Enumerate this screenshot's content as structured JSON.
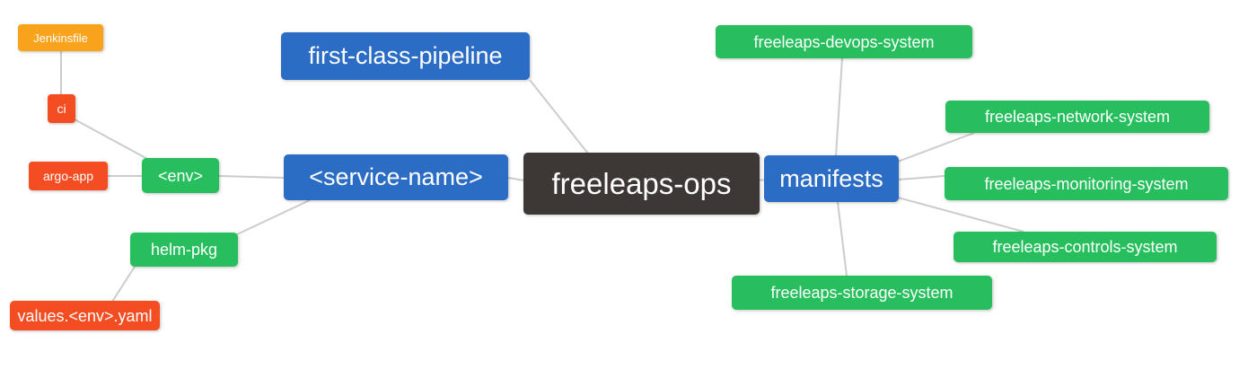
{
  "diagram": {
    "type": "mindmap",
    "root": "freeleaps_ops"
  },
  "nodes": {
    "jenkinsfile": {
      "label": "Jenkinsfile",
      "color": "#f9a21b"
    },
    "ci": {
      "label": "ci",
      "color": "#f44d22"
    },
    "argo_app": {
      "label": "argo-app",
      "color": "#f44d22"
    },
    "env": {
      "label": "<env>",
      "color": "#27be5d"
    },
    "first_class_pipeline": {
      "label": "first-class-pipeline",
      "color": "#2b6cc4"
    },
    "service_name": {
      "label": "<service-name>",
      "color": "#2b6cc4"
    },
    "freeleaps_ops": {
      "label": "freeleaps-ops",
      "color": "#3d3835"
    },
    "manifests": {
      "label": "manifests",
      "color": "#2b6cc4"
    },
    "helm_pkg": {
      "label": "helm-pkg",
      "color": "#27be5d"
    },
    "values_env_yaml": {
      "label": "values.<env>.yaml",
      "color": "#f44d22"
    },
    "devops_system": {
      "label": "freeleaps-devops-system",
      "color": "#27be5d"
    },
    "network_system": {
      "label": "freeleaps-network-system",
      "color": "#27be5d"
    },
    "monitoring_system": {
      "label": "freeleaps-monitoring-system",
      "color": "#27be5d"
    },
    "controls_system": {
      "label": "freeleaps-controls-system",
      "color": "#27be5d"
    },
    "storage_system": {
      "label": "freeleaps-storage-system",
      "color": "#27be5d"
    }
  },
  "edges": [
    {
      "from": "jenkinsfile",
      "to": "ci"
    },
    {
      "from": "ci",
      "to": "env"
    },
    {
      "from": "argo_app",
      "to": "env"
    },
    {
      "from": "env",
      "to": "service_name"
    },
    {
      "from": "service_name",
      "to": "helm_pkg"
    },
    {
      "from": "helm_pkg",
      "to": "values_env_yaml"
    },
    {
      "from": "first_class_pipeline",
      "to": "freeleaps_ops"
    },
    {
      "from": "service_name",
      "to": "freeleaps_ops"
    },
    {
      "from": "freeleaps_ops",
      "to": "manifests"
    },
    {
      "from": "manifests",
      "to": "devops_system"
    },
    {
      "from": "manifests",
      "to": "network_system"
    },
    {
      "from": "manifests",
      "to": "monitoring_system"
    },
    {
      "from": "manifests",
      "to": "controls_system"
    },
    {
      "from": "manifests",
      "to": "storage_system"
    }
  ],
  "colors": {
    "line": "#cccccc",
    "background": "#ffffff",
    "text": "#ffffff"
  }
}
